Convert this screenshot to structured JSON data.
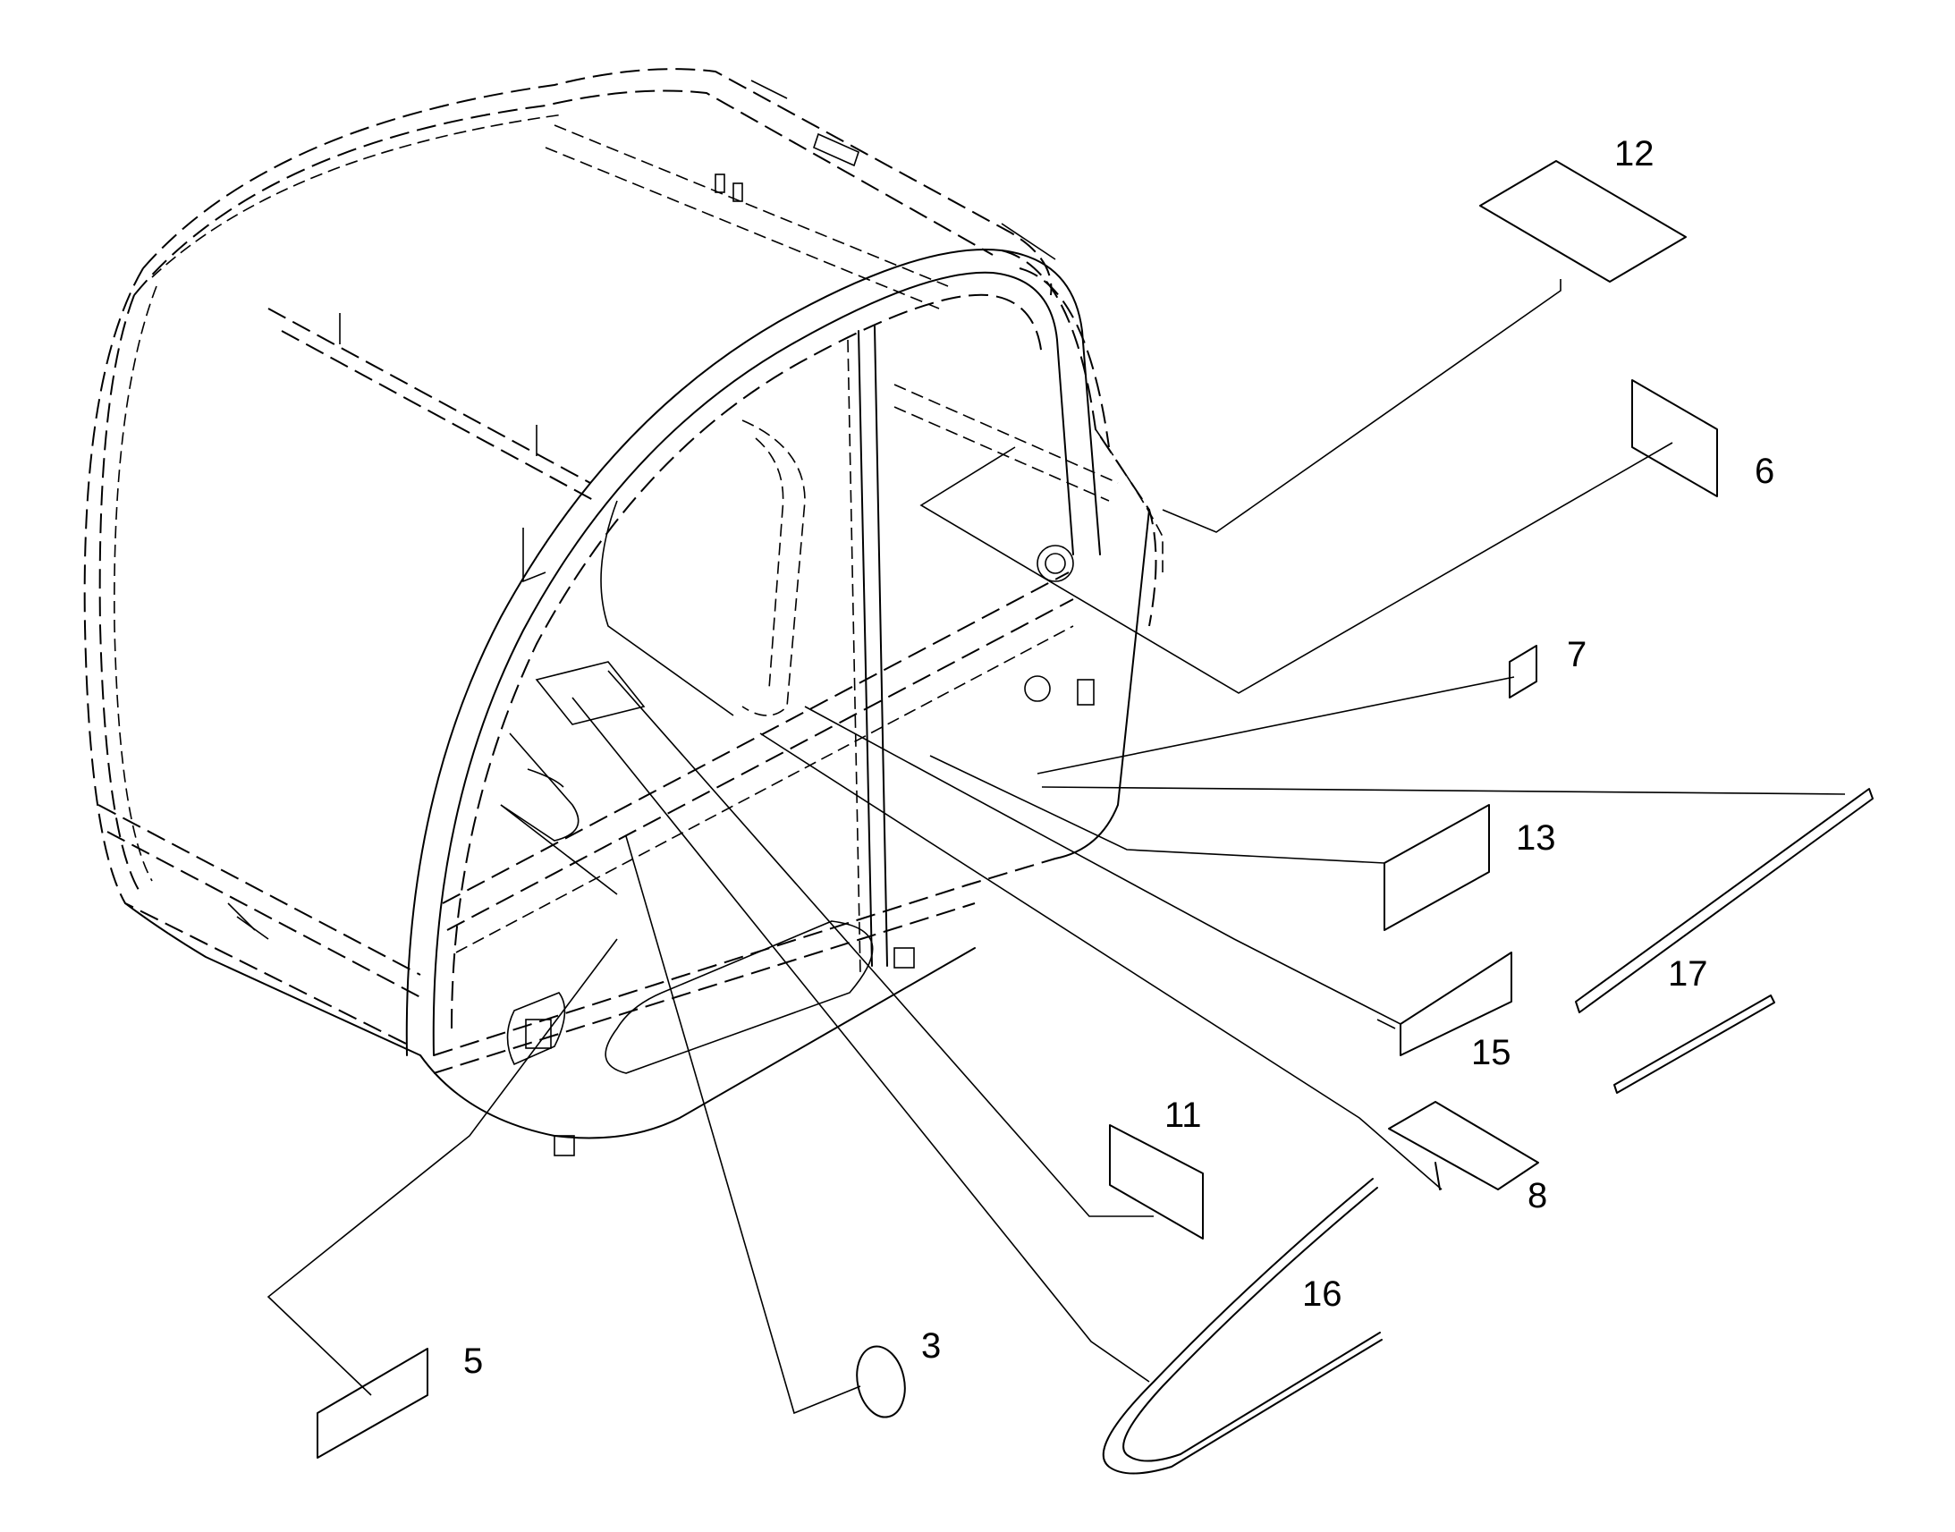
{
  "callouts": {
    "c12": "12",
    "c6": "6",
    "c7": "7",
    "c13": "13",
    "c17": "17",
    "c15": "15",
    "c11": "11",
    "c8": "8",
    "c16": "16",
    "c5": "5",
    "c3": "3"
  }
}
